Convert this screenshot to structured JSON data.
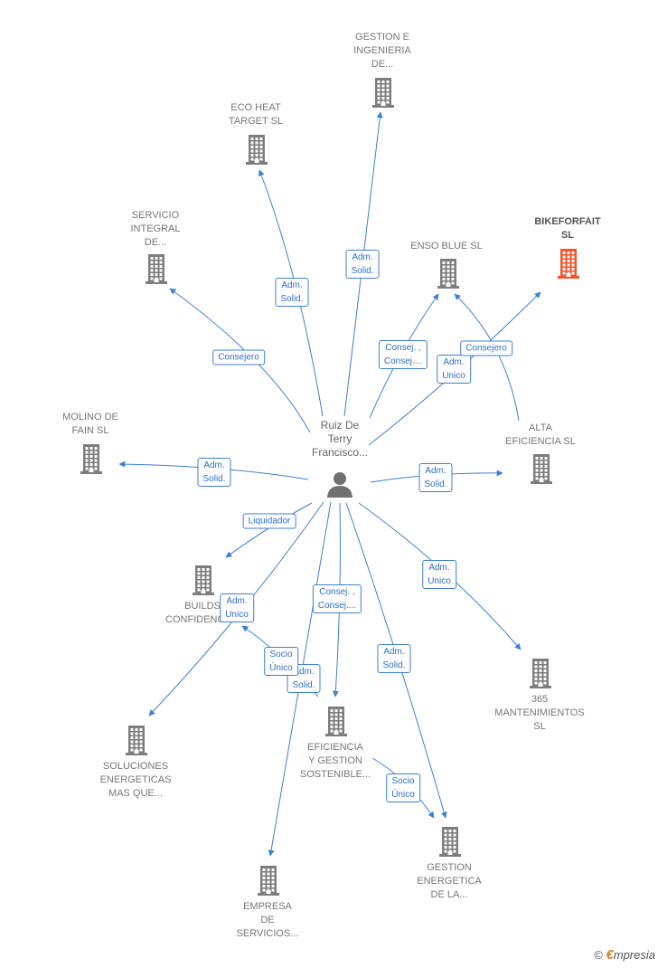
{
  "colors": {
    "edge": "#3f7fd0",
    "building": "#7d7d7d",
    "building_main": "#f0552a",
    "person": "#707070"
  },
  "person": {
    "label": "Ruiz De\nTerry\nFrancisco..."
  },
  "companies": [
    {
      "id": "gestion-ingenieria",
      "label": "GESTION E\nINGENIERIA\nDE..."
    },
    {
      "id": "eco-heat",
      "label": "ECO HEAT\nTARGET SL"
    },
    {
      "id": "servicio-integral",
      "label": "SERVICIO\nINTEGRAL\nDE..."
    },
    {
      "id": "enso-blue",
      "label": "ENSO BLUE  SL"
    },
    {
      "id": "bikeforfait",
      "label": "BIKEFORFAIT\nSL",
      "main": true
    },
    {
      "id": "molino-fain",
      "label": "MOLINO DE\nFAIN SL"
    },
    {
      "id": "alta-eficiencia",
      "label": "ALTA\nEFICIENCIA  SL"
    },
    {
      "id": "builds-confidence",
      "label": "BUILDS\nCONFIDENCE..."
    },
    {
      "id": "365-mantenimientos",
      "label": "365\nMANTENIMIENTOS\nSL"
    },
    {
      "id": "soluciones-energeticas",
      "label": "SOLUCIONES\nENERGETICAS\nMAS QUE..."
    },
    {
      "id": "eficiencia-gestion",
      "label": "EFICIENCIA\nY GESTION\nSOSTENIBLE..."
    },
    {
      "id": "gestion-energetica",
      "label": "GESTION\nENERGETICA\nDE LA..."
    },
    {
      "id": "empresa-servicios",
      "label": "EMPRESA\nDE\nSERVICIOS..."
    }
  ],
  "relations": [
    {
      "id": "r-gestion-ingenieria",
      "label": "Adm.\nSolid."
    },
    {
      "id": "r-eco-heat",
      "label": "Adm.\nSolid."
    },
    {
      "id": "r-servicio-integral",
      "label": "Consejero"
    },
    {
      "id": "r-enso-blue",
      "label": "Consej. ,\nConsej...."
    },
    {
      "id": "r-bikeforfait-unico",
      "label": "Adm.\nUnico"
    },
    {
      "id": "r-bikeforfait-consejero",
      "label": "Consejero"
    },
    {
      "id": "r-molino-fain",
      "label": "Adm.\nSolid."
    },
    {
      "id": "r-alta-eficiencia",
      "label": "Adm.\nSolid."
    },
    {
      "id": "r-builds-liquidador",
      "label": "Liquidador"
    },
    {
      "id": "r-soluciones",
      "label": "Adm.\nUnico"
    },
    {
      "id": "r-empresa-solid",
      "label": "Adm.\nSolid."
    },
    {
      "id": "r-builds-socio",
      "label": "Socio\nÚnico"
    },
    {
      "id": "r-eficiencia",
      "label": "Consej. ,\nConsej...."
    },
    {
      "id": "r-gestion-energetica-solid",
      "label": "Adm.\nSolid."
    },
    {
      "id": "r-gestion-energetica-socio",
      "label": "Socio\nÚnico"
    },
    {
      "id": "r-365",
      "label": "Adm.\nUnico"
    }
  ],
  "footer": {
    "copyright": "©",
    "brand_first": "€",
    "brand_rest": "mpresia"
  }
}
